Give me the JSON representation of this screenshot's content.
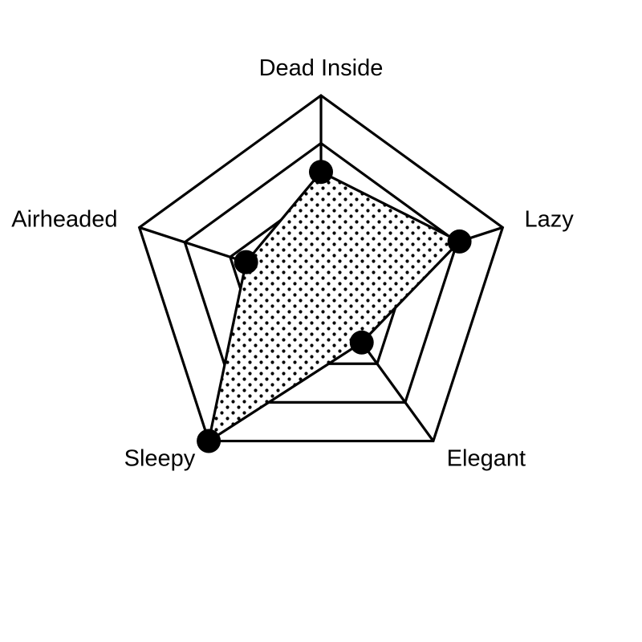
{
  "chart_data": {
    "type": "radar",
    "title": "",
    "categories": [
      "Dead Inside",
      "Lazy",
      "Elegant",
      "Sleepy",
      "Airheaded"
    ],
    "rlim": [
      0,
      4
    ],
    "grid_levels": 4,
    "grid": true,
    "legend": "none",
    "series": [
      {
        "values": [
          2.4,
          3.05,
          1.45,
          4.0,
          1.65
        ],
        "fill_pattern": "dots",
        "marker": "filled-circle"
      }
    ],
    "colors": {
      "stroke": "#000000",
      "background": "#ffffff",
      "dots": "#000000"
    }
  }
}
